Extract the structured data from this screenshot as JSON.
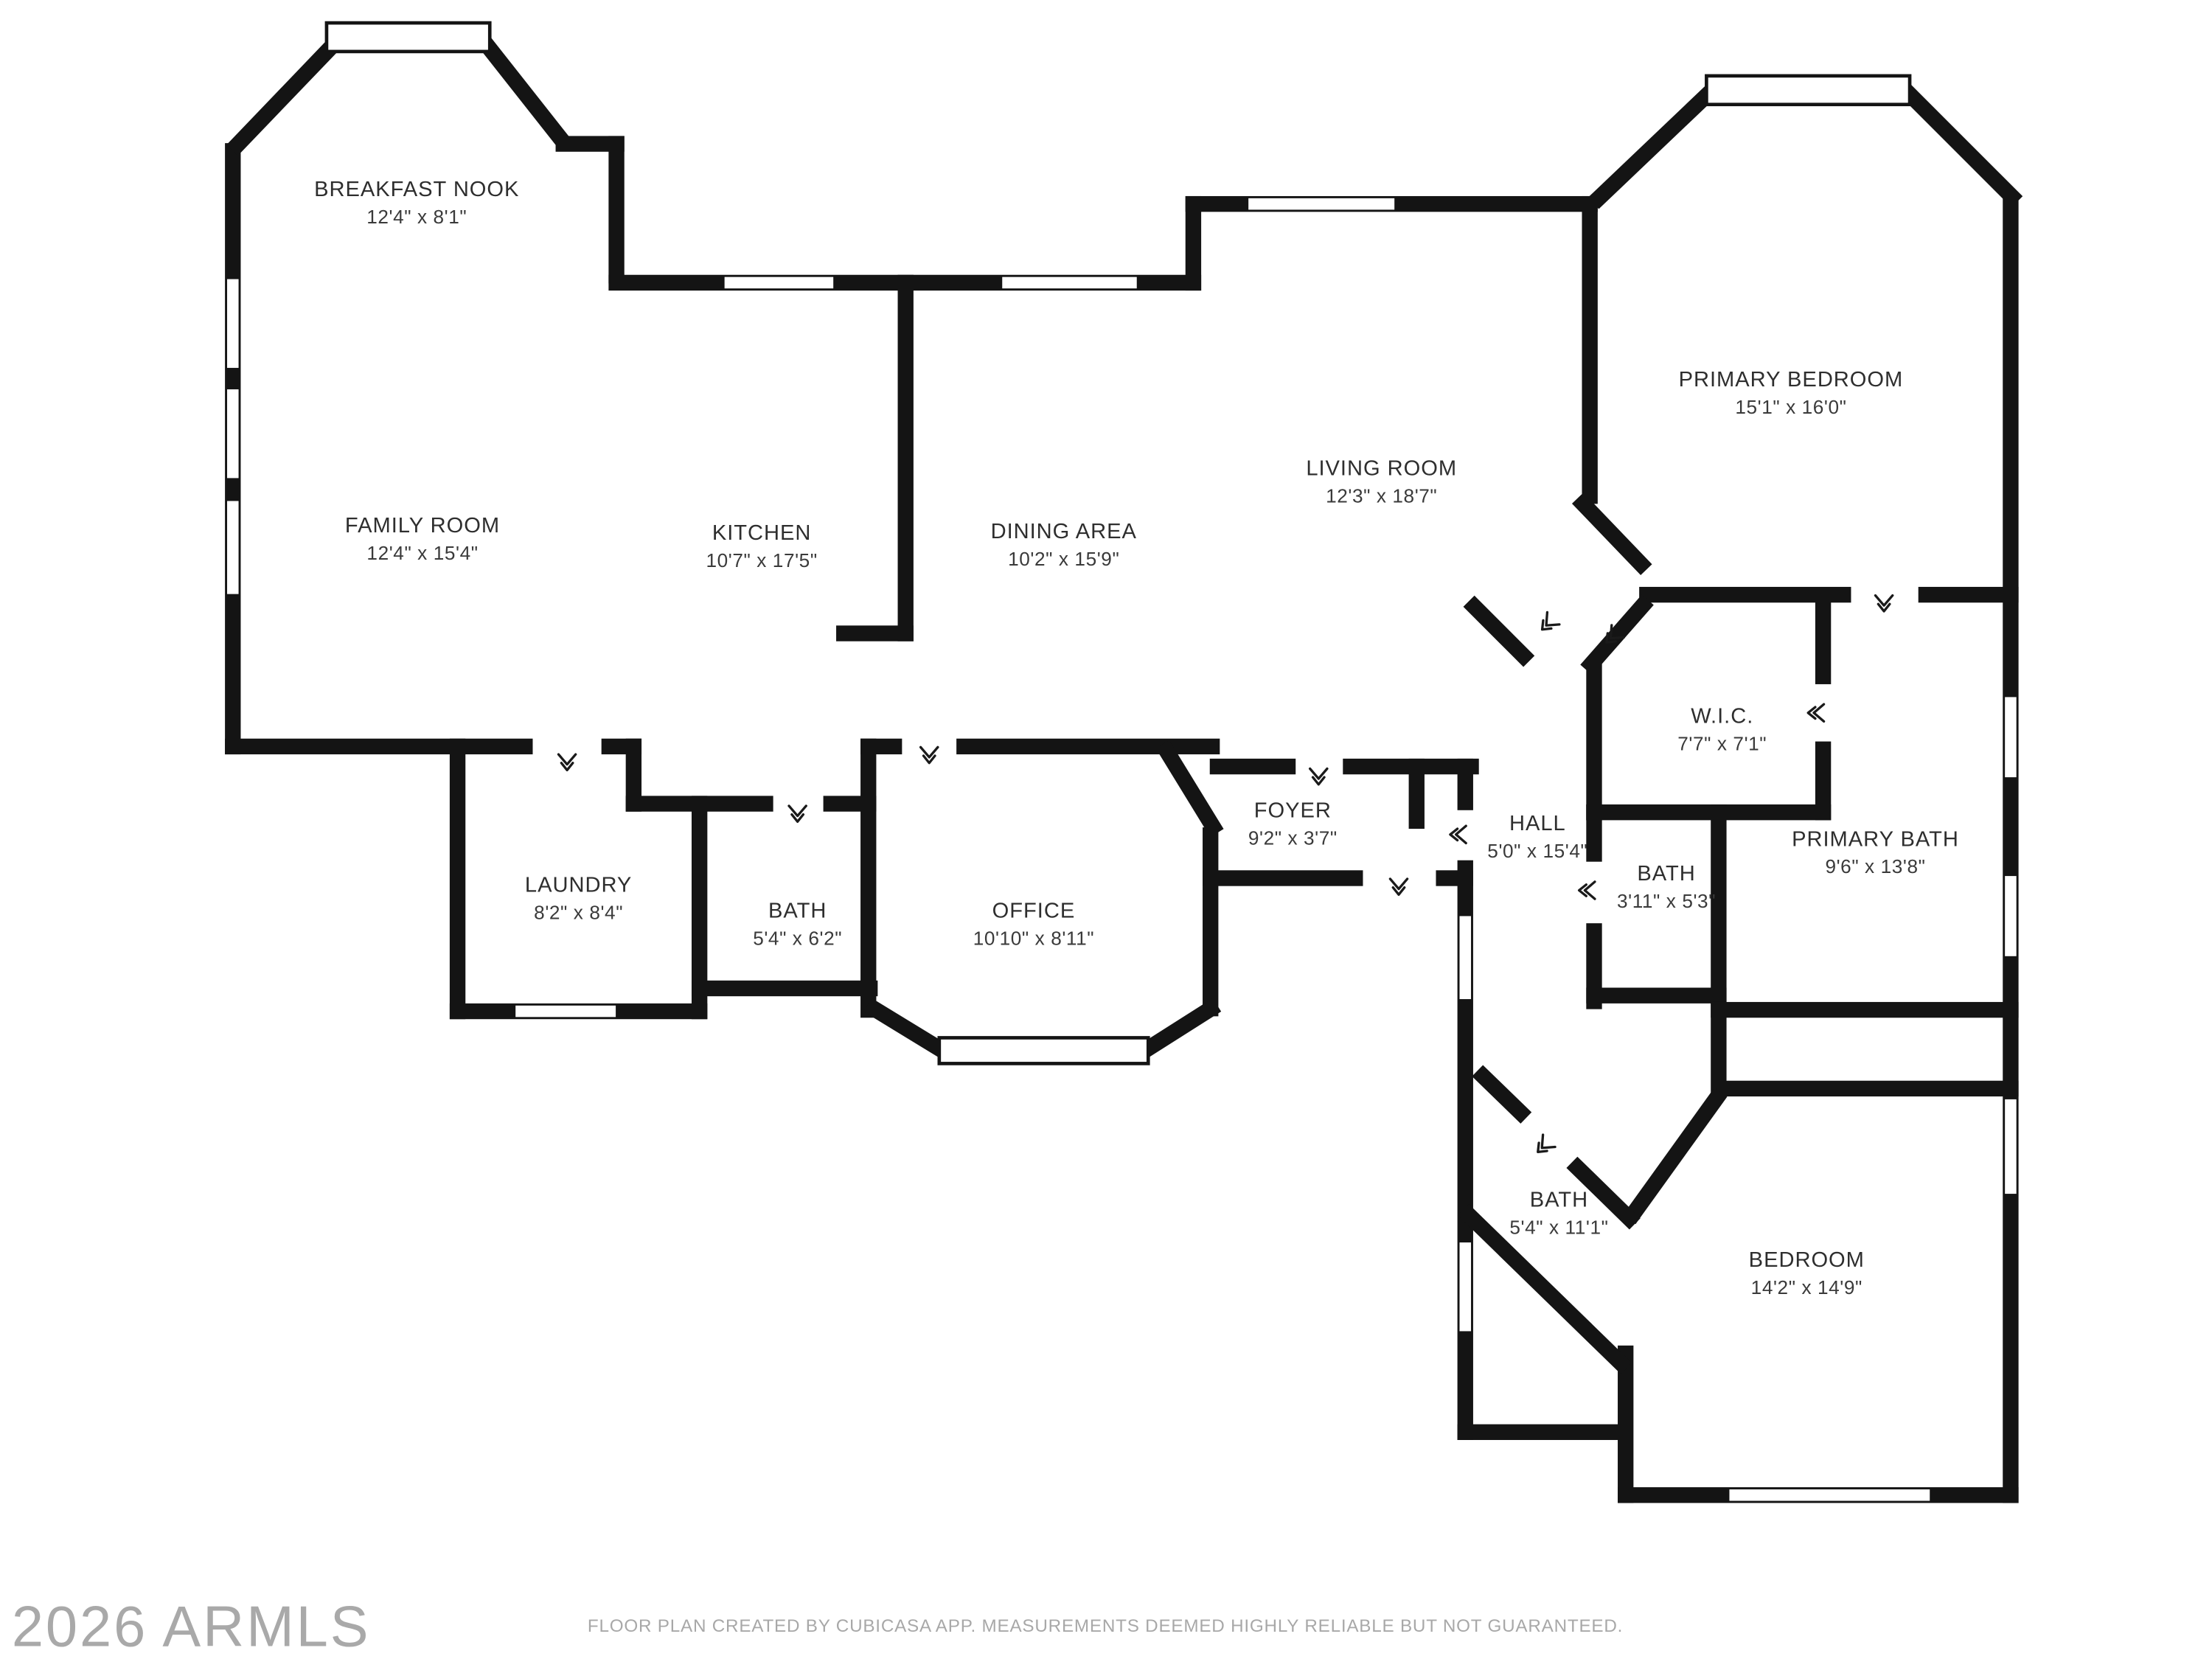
{
  "rooms": [
    {
      "name": "BREAKFAST NOOK",
      "dims": "12'4\" x 8'1\""
    },
    {
      "name": "FAMILY ROOM",
      "dims": "12'4\" x 15'4\""
    },
    {
      "name": "KITCHEN",
      "dims": "10'7\" x 17'5\""
    },
    {
      "name": "DINING AREA",
      "dims": "10'2\" x 15'9\""
    },
    {
      "name": "LIVING ROOM",
      "dims": "12'3\" x 18'7\""
    },
    {
      "name": "PRIMARY BEDROOM",
      "dims": "15'1\" x 16'0\""
    },
    {
      "name": "W.I.C.",
      "dims": "7'7\" x 7'1\""
    },
    {
      "name": "PRIMARY BATH",
      "dims": "9'6\" x 13'8\""
    },
    {
      "name": "FOYER",
      "dims": "9'2\" x 3'7\""
    },
    {
      "name": "HALL",
      "dims": "5'0\" x 15'4\""
    },
    {
      "name": "BATH",
      "dims": "3'11\" x 5'3\""
    },
    {
      "name": "LAUNDRY",
      "dims": "8'2\" x 8'4\""
    },
    {
      "name": "BATH",
      "dims": "5'4\" x 6'2\""
    },
    {
      "name": "OFFICE",
      "dims": "10'10\" x 8'11\""
    },
    {
      "name": "BATH",
      "dims": "5'4\" x 11'1\""
    },
    {
      "name": "BEDROOM",
      "dims": "14'2\" x 14'9\""
    }
  ],
  "footer": {
    "disclaimer": "FLOOR PLAN CREATED BY CUBICASA APP. MEASUREMENTS DEEMED HIGHLY RELIABLE BUT NOT GUARANTEED.",
    "watermark": "2026 ARMLS"
  },
  "colors": {
    "wall": "#141414",
    "label_text": "#2e2e2e",
    "muted_text": "#a8a8a8"
  }
}
